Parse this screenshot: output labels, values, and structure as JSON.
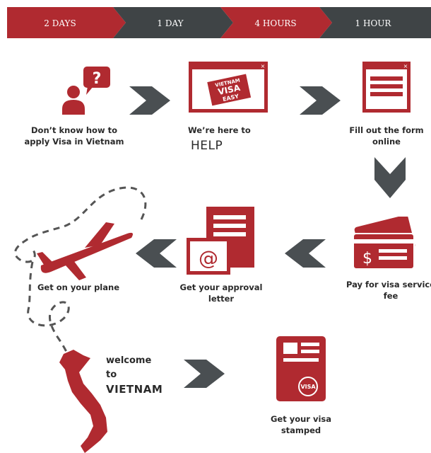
{
  "timeline": [
    "2 DAYS",
    "1 DAY",
    "4 HOURS",
    "1 HOUR"
  ],
  "steps": {
    "step1": {
      "line1": "Don’t know how to",
      "line2": "apply Visa in Vietnam"
    },
    "step2": {
      "line1": "We’re here to",
      "line2": "HELP",
      "badge": [
        "VIETNAM",
        "VISA",
        "EASY"
      ]
    },
    "step3": {
      "line1": "Fill out the form",
      "line2": "online"
    },
    "step4": {
      "line1": "Pay for visa service",
      "line2": "fee"
    },
    "step5": {
      "line1": "Get your approval",
      "line2": "letter"
    },
    "step6": {
      "line1": "Get  on your plane"
    },
    "step7": {
      "line1": "welcome",
      "line2": "to",
      "line3": "VIETNAM"
    },
    "step8": {
      "line1": "Get your visa",
      "line2": "stamped",
      "stamp": "VISA"
    }
  },
  "icon_text": {
    "question": "?",
    "dollar": "$",
    "at": "@"
  },
  "colors": {
    "red": "#b02a30",
    "dark": "#3f4446",
    "gray": "#5a5f62",
    "arrow": "#4a4f52"
  }
}
